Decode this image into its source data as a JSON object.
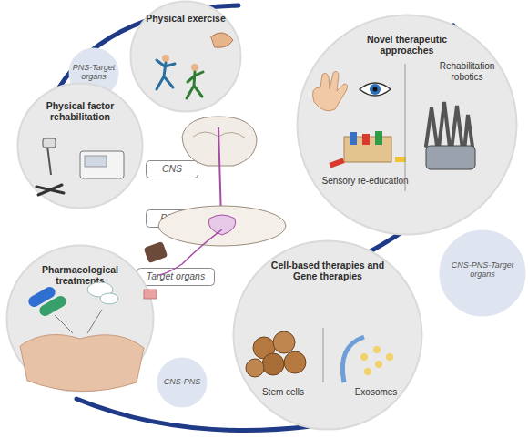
{
  "diagram": {
    "nodes": [
      {
        "text": [
          "Physical exercise"
        ]
      },
      {
        "text": [
          "PNS-Target organs"
        ]
      },
      {
        "text": [
          "Physical factor rehabilitation"
        ]
      },
      {
        "text": [
          "Novel therapeutic approaches",
          "Rehabilitation robotics",
          "Sensory re-education"
        ]
      },
      {
        "text": [
          "CNS"
        ]
      },
      {
        "text": [
          "PNS"
        ]
      },
      {
        "text": [
          "Target organs"
        ]
      },
      {
        "text": [
          "CNS-PNS-Target organs"
        ]
      },
      {
        "text": [
          "Pharmacological treatments"
        ]
      },
      {
        "text": [
          "Cell-based therapies and Gene therapies",
          "Stem cells",
          "Exosomes"
        ]
      },
      {
        "text": [
          "CNS-PNS"
        ]
      }
    ]
  }
}
